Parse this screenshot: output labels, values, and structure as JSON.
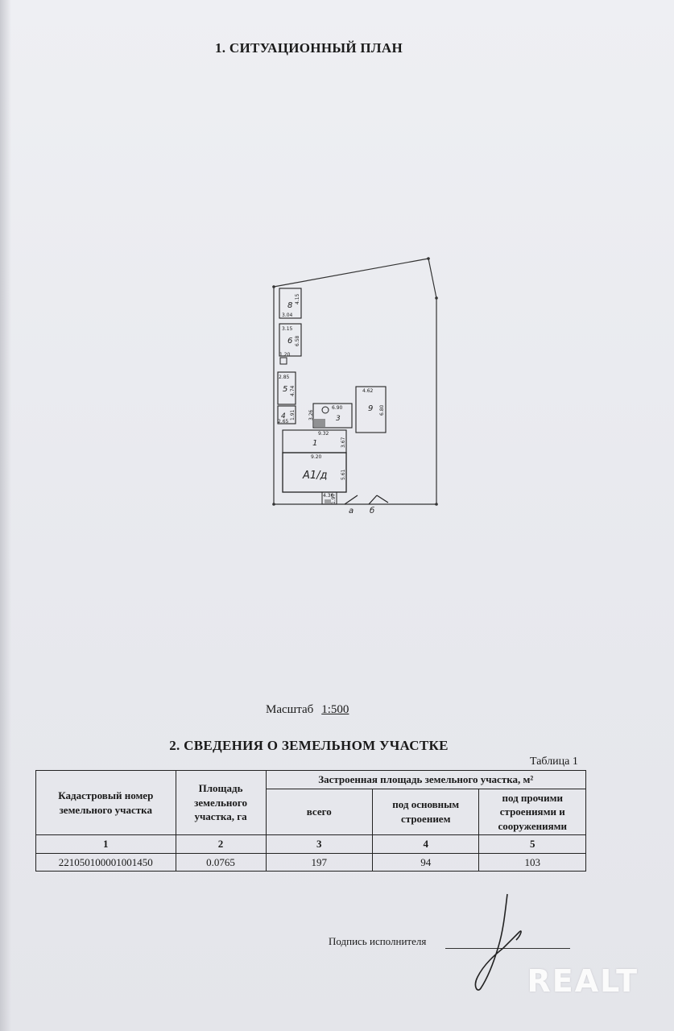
{
  "section1": {
    "title": "1. СИТУАЦИОННЫЙ ПЛАН"
  },
  "plan": {
    "rooms": [
      "8",
      "6",
      "5",
      "4",
      "3",
      "9",
      "1",
      "А1/д"
    ],
    "dimensions": [
      "3.04",
      "4.15",
      "3.15",
      "6.58",
      "1.20",
      "2.85",
      "4.74",
      "2.65",
      "1.91",
      "3.26",
      "6.90",
      "4.62",
      "6.80",
      "9.32",
      "3.67",
      "9.20",
      "5.61",
      "4.36",
      "1.97"
    ],
    "gate_labels": [
      "а",
      "б"
    ]
  },
  "scale": {
    "label": "Масштаб",
    "value": "1:500"
  },
  "section2": {
    "title": "2. СВЕДЕНИЯ О ЗЕМЕЛЬНОМ УЧАСТКЕ"
  },
  "table": {
    "caption": "Таблица 1",
    "headers": {
      "cadastral": "Кадастровый номер земельного участка",
      "area": "Площадь земельного участка, га",
      "built_group": "Застроенная площадь земельного участка, м²",
      "total": "всего",
      "main": "под основным строением",
      "other": "под прочими строениями и сооружениями"
    },
    "column_numbers": [
      "1",
      "2",
      "3",
      "4",
      "5"
    ],
    "row": [
      "221050100001001450",
      "0.0765",
      "197",
      "94",
      "103"
    ]
  },
  "signature": {
    "label": "Подпись исполнителя"
  },
  "watermark": {
    "text": "REALT"
  }
}
